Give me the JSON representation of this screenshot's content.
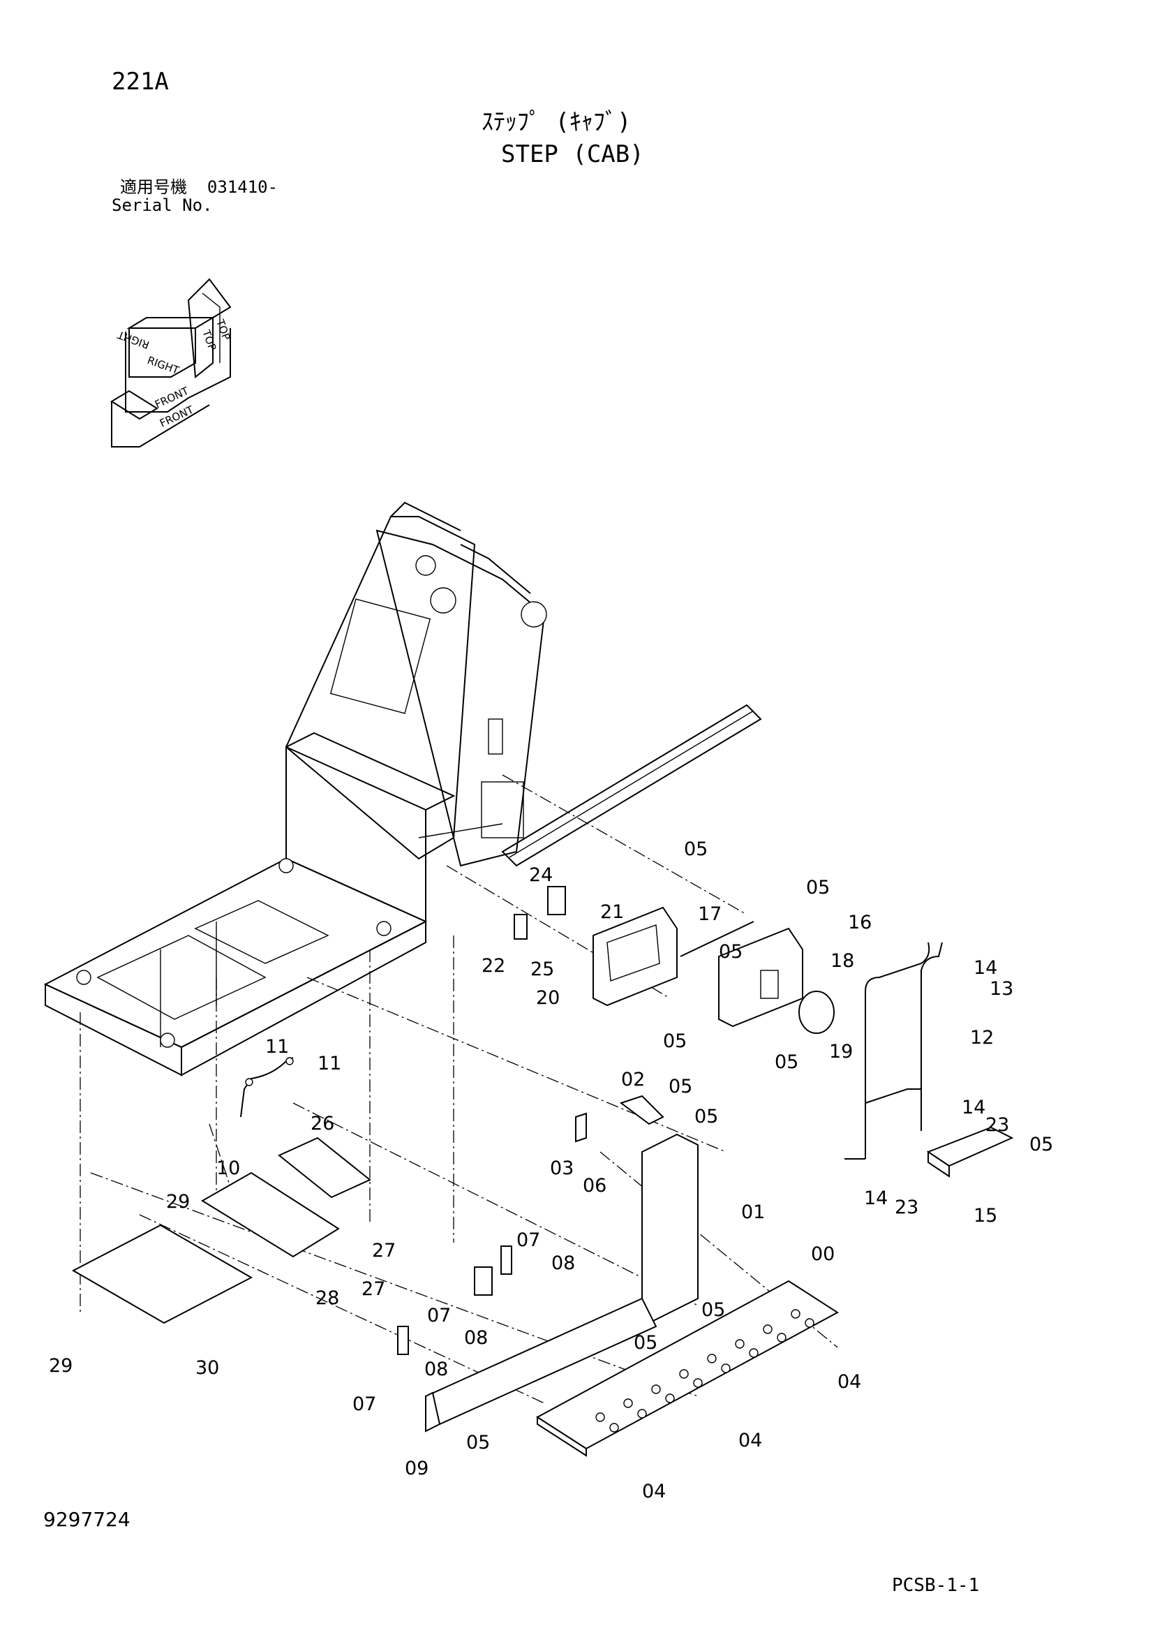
{
  "header": {
    "page_code": "221A",
    "title_jp": "ｽﾃｯﾌﾟ (ｷｬﾌﾞ)",
    "title_en": "STEP (CAB)",
    "serial_label_jp": "適用号機",
    "serial_number": "031410-",
    "serial_label_en": "Serial No."
  },
  "orientation_cube": {
    "labels": [
      "TOP",
      "TOP",
      "RIGHT",
      "RIGHT",
      "FRONT",
      "FRONT"
    ]
  },
  "footer": {
    "drawing_number": "9297724",
    "sheet_code": "PCSB-1-1"
  },
  "callouts": [
    "05",
    "05",
    "16",
    "17",
    "05",
    "24",
    "21",
    "22",
    "25",
    "20",
    "05",
    "18",
    "14",
    "13",
    "19",
    "05",
    "12",
    "11",
    "11",
    "26",
    "10",
    "02",
    "05",
    "05",
    "03",
    "06",
    "14",
    "23",
    "05",
    "29",
    "27",
    "01",
    "14",
    "23",
    "15",
    "28",
    "27",
    "07",
    "08",
    "00",
    "07",
    "08",
    "05",
    "05",
    "29",
    "30",
    "08",
    "07",
    "04",
    "05",
    "09",
    "04",
    "04"
  ]
}
